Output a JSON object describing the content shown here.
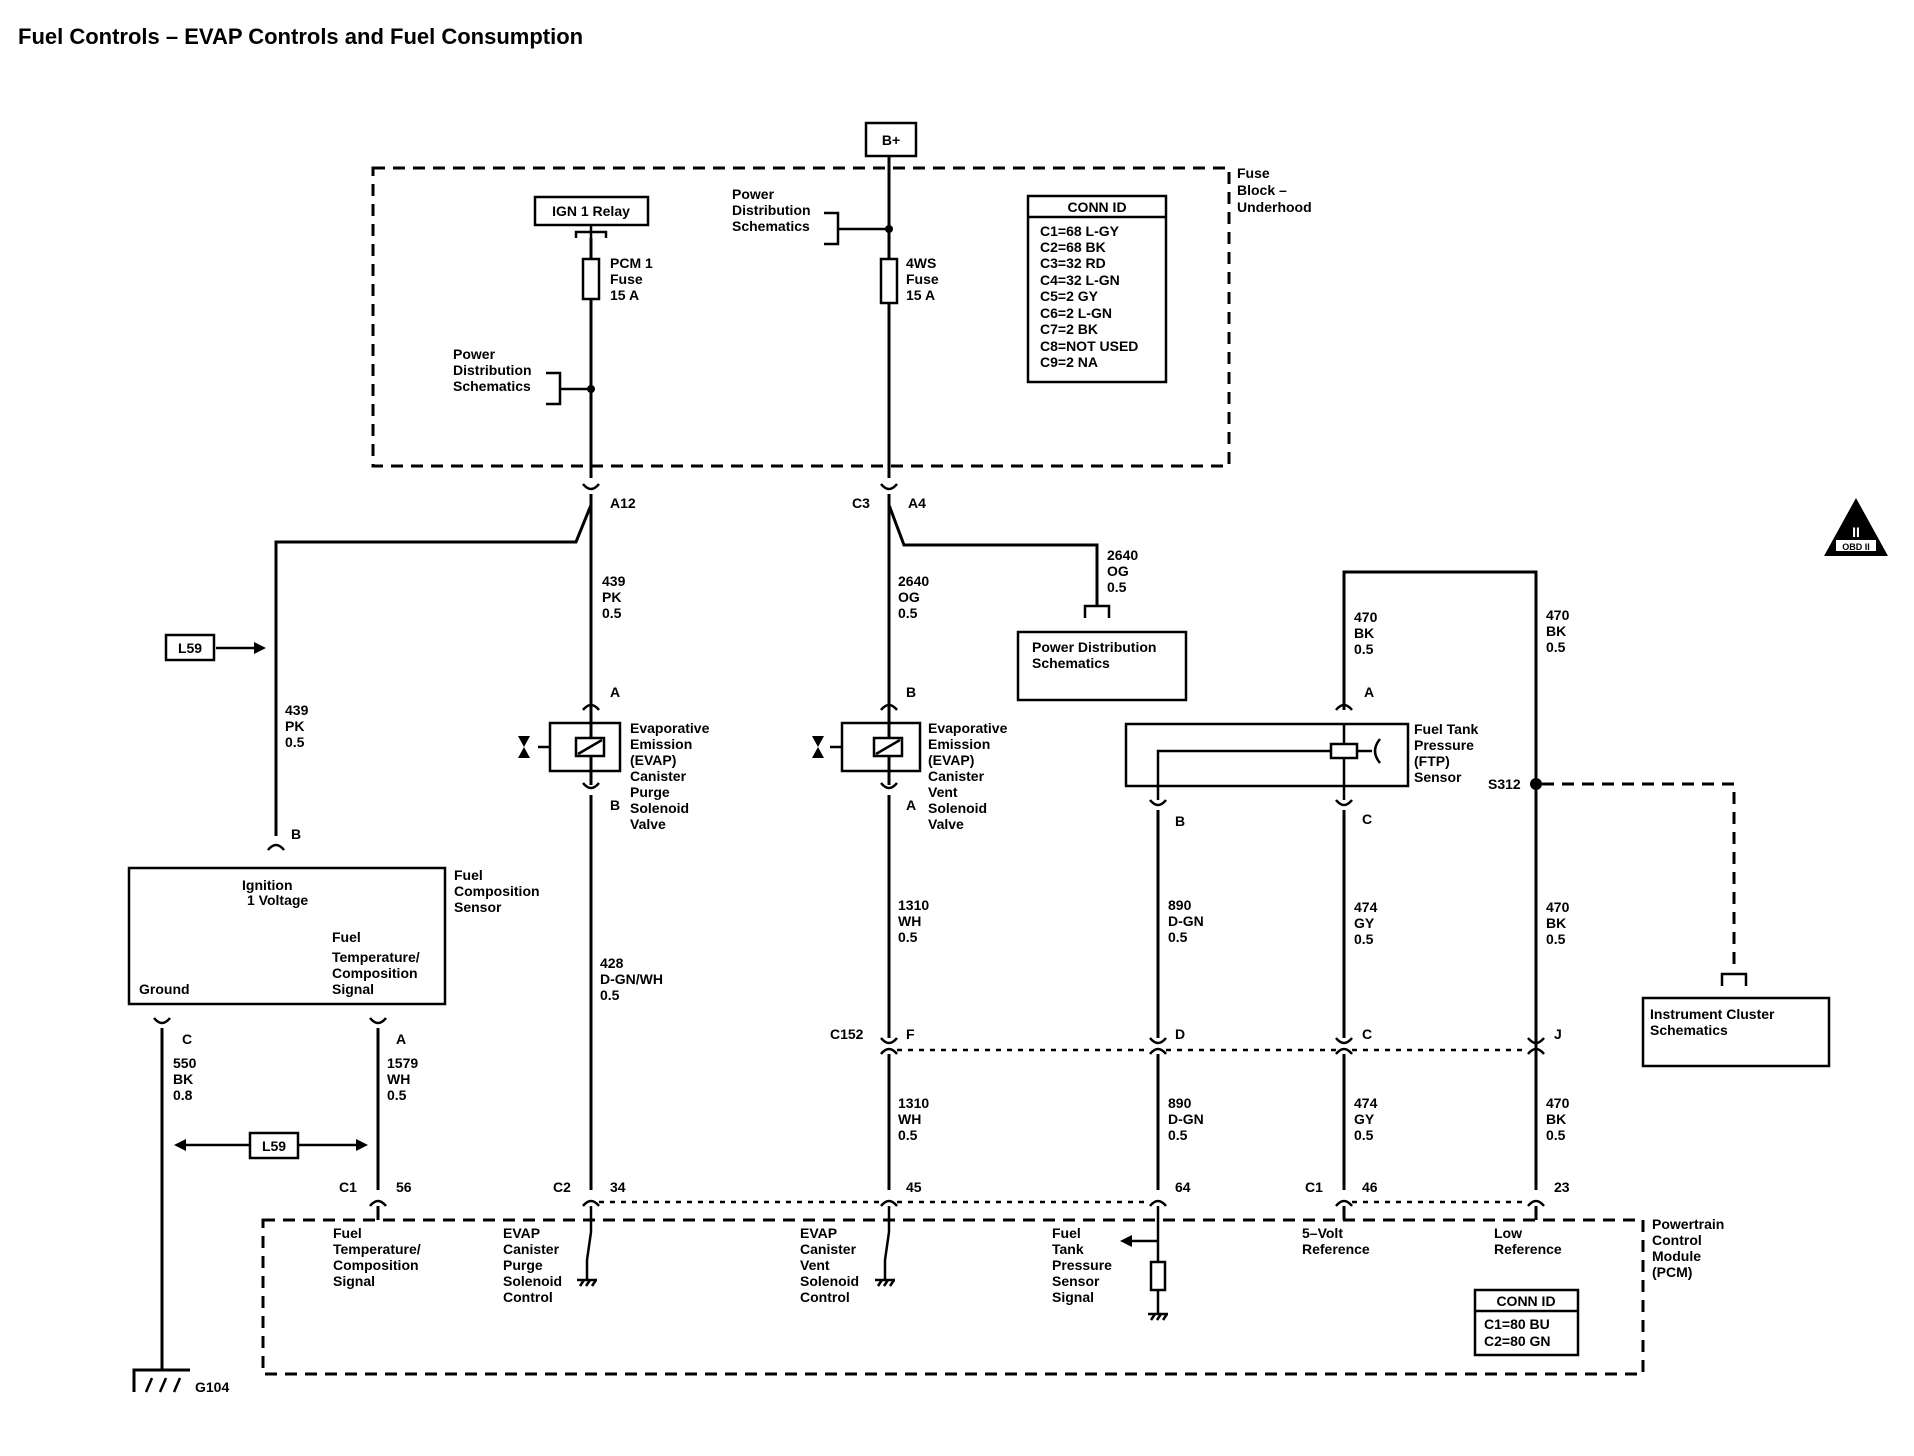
{
  "title": "Fuel Controls – EVAP Controls and Fuel Consumption",
  "fuse_block": {
    "label": [
      "Fuse",
      "Block –",
      "Underhood"
    ],
    "battery": "B+",
    "ign_relay": "IGN 1 Relay",
    "pcm_fuse": [
      "PCM 1",
      "Fuse",
      "15 A"
    ],
    "ws_fuse": [
      "4WS",
      "Fuse",
      "15 A"
    ],
    "power_dist_1": [
      "Power",
      "Distribution",
      "Schematics"
    ],
    "power_dist_2": [
      "Power",
      "Distribution",
      "Schematics"
    ],
    "conn_id": {
      "header": "CONN ID",
      "rows": [
        "C1=68 L-GY",
        "C2=68 BK",
        "C3=32 RD",
        "C4=32 L-GN",
        "C5=2 GY",
        "C6=2 L-GN",
        "C7=2 BK",
        "C8=NOT USED",
        "C9=2 NA"
      ]
    },
    "pin_a12": "A12",
    "pin_c3": "C3",
    "pin_a4": "A4"
  },
  "wires": {
    "w439_upper": [
      "439",
      "PK",
      "0.5"
    ],
    "w439_left": [
      "439",
      "PK",
      "0.5"
    ],
    "w2640_vert": [
      "2640",
      "OG",
      "0.5"
    ],
    "w2640_right": [
      "2640",
      "OG",
      "0.5"
    ],
    "w428": [
      "428",
      "D-GN/WH",
      "0.5"
    ],
    "w1310_upper": [
      "1310",
      "WH",
      "0.5"
    ],
    "w1310_lower": [
      "1310",
      "WH",
      "0.5"
    ],
    "w890_upper": [
      "890",
      "D-GN",
      "0.5"
    ],
    "w890_lower": [
      "890",
      "D-GN",
      "0.5"
    ],
    "w474_upper": [
      "474",
      "GY",
      "0.5"
    ],
    "w474_lower": [
      "474",
      "GY",
      "0.5"
    ],
    "w470_top_left": [
      "470",
      "BK",
      "0.5"
    ],
    "w470_top_right": [
      "470",
      "BK",
      "0.5"
    ],
    "w470_mid": [
      "470",
      "BK",
      "0.5"
    ],
    "w470_lower": [
      "470",
      "BK",
      "0.5"
    ],
    "w550": [
      "550",
      "BK",
      "0.8"
    ],
    "w1579": [
      "1579",
      "WH",
      "0.5"
    ]
  },
  "option_l59": "L59",
  "power_dist_box": [
    "Power Distribution",
    "Schematics"
  ],
  "purge_valve": {
    "label": [
      "Evaporative",
      "Emission",
      "(EVAP)",
      "Canister",
      "Purge",
      "Solenoid",
      "Valve"
    ],
    "pin_top": "A",
    "pin_bottom": "B"
  },
  "vent_valve": {
    "label": [
      "Evaporative",
      "Emission",
      "(EVAP)",
      "Canister",
      "Vent",
      "Solenoid",
      "Valve"
    ],
    "pin_top": "B",
    "pin_bottom": "A"
  },
  "ftp_sensor": {
    "label": [
      "Fuel Tank",
      "Pressure",
      "(FTP)",
      "Sensor"
    ],
    "pin_a": "A",
    "pin_b": "B",
    "pin_c": "C"
  },
  "splice": "S312",
  "obd_badge": [
    "II",
    "OBD II"
  ],
  "instrument_cluster": [
    "Instrument Cluster",
    "Schematics"
  ],
  "fuel_comp_sensor": {
    "label": [
      "Fuel",
      "Composition",
      "Sensor"
    ],
    "ign_voltage": [
      "Ignition",
      "1 Voltage"
    ],
    "fuel_signal": [
      "Fuel",
      "Temperature/",
      "Composition",
      "Signal"
    ],
    "ground": "Ground",
    "pin_b": "B",
    "pin_c": "C",
    "pin_a": "A"
  },
  "c152": {
    "name": "C152",
    "pins": [
      "F",
      "D",
      "C",
      "J"
    ]
  },
  "pcm": {
    "label": [
      "Powertrain",
      "Control",
      "Module",
      "(PCM)"
    ],
    "c1_a": "C1",
    "pin_56": "56",
    "c2": "C2",
    "pin_34": "34",
    "pin_45": "45",
    "pin_64": "64",
    "c1_b": "C1",
    "pin_46": "46",
    "pin_23": "23",
    "sig_fuel": [
      "Fuel",
      "Temperature/",
      "Composition",
      "Signal"
    ],
    "sig_purge": [
      "EVAP",
      "Canister",
      "Purge",
      "Solenoid",
      "Control"
    ],
    "sig_vent": [
      "EVAP",
      "Canister",
      "Vent",
      "Solenoid",
      "Control"
    ],
    "sig_ftp": [
      "Fuel",
      "Tank",
      "Pressure",
      "Sensor",
      "Signal"
    ],
    "sig_5v": [
      "5–Volt",
      "Reference"
    ],
    "sig_low": [
      "Low",
      "Reference"
    ],
    "conn_id": {
      "header": "CONN ID",
      "rows": [
        "C1=80 BU",
        "C2=80 GN"
      ]
    }
  },
  "ground": "G104"
}
